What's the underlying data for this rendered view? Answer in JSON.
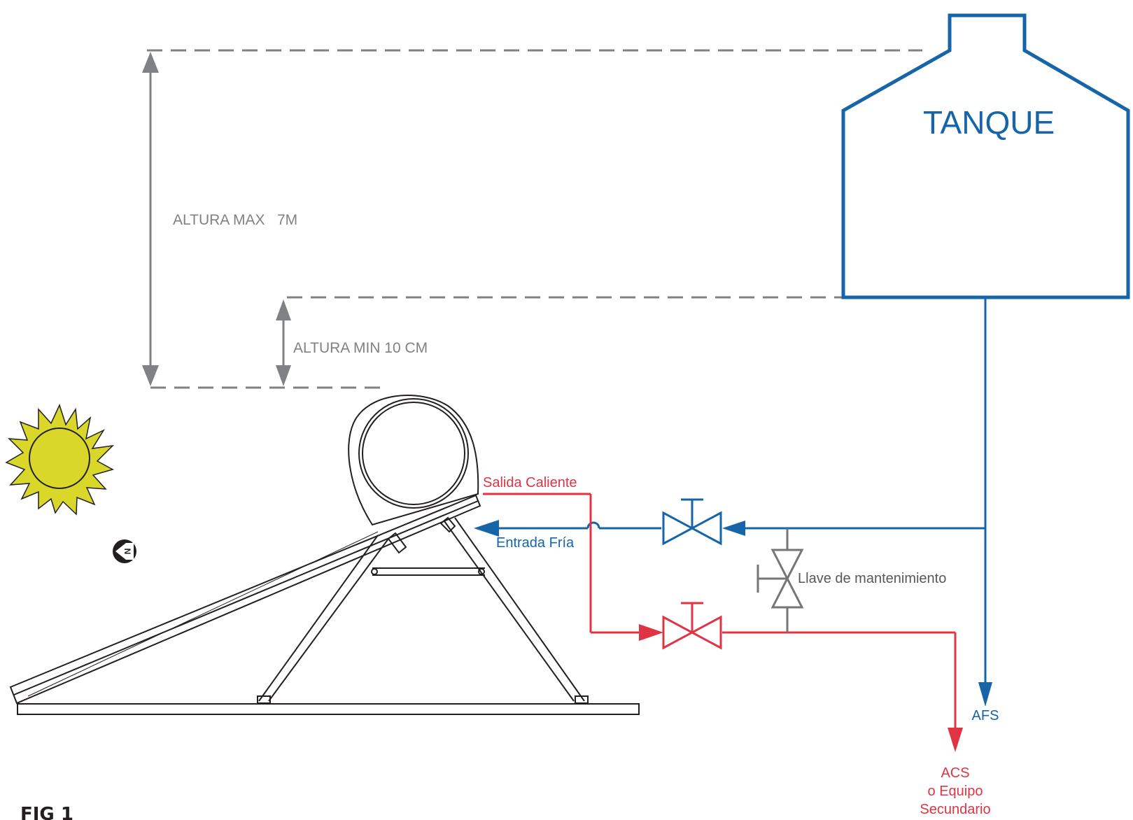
{
  "colors": {
    "blue": "#1565a8",
    "red": "#e03444",
    "gray": "#808184",
    "valve_gray": "#76767a",
    "sun_fill": "#d8d72a",
    "black": "#231f20"
  },
  "labels": {
    "tank": "TANQUE",
    "max_height": "ALTURA MAX   7M",
    "min_height": "ALTURA MIN 10 CM",
    "hot_outlet": "Salida Caliente",
    "cold_inlet": "Entrada Fría",
    "maintenance_valve": "Llave de mantenimiento",
    "afs": "AFS",
    "acs_line1": "ACS",
    "acs_line2": "o Equipo",
    "acs_line3": "Secundario",
    "figure": "FIG 1",
    "compass": "N"
  },
  "icons": [
    "sun-icon",
    "north-compass-icon",
    "valve-icon",
    "arrow-icon"
  ]
}
